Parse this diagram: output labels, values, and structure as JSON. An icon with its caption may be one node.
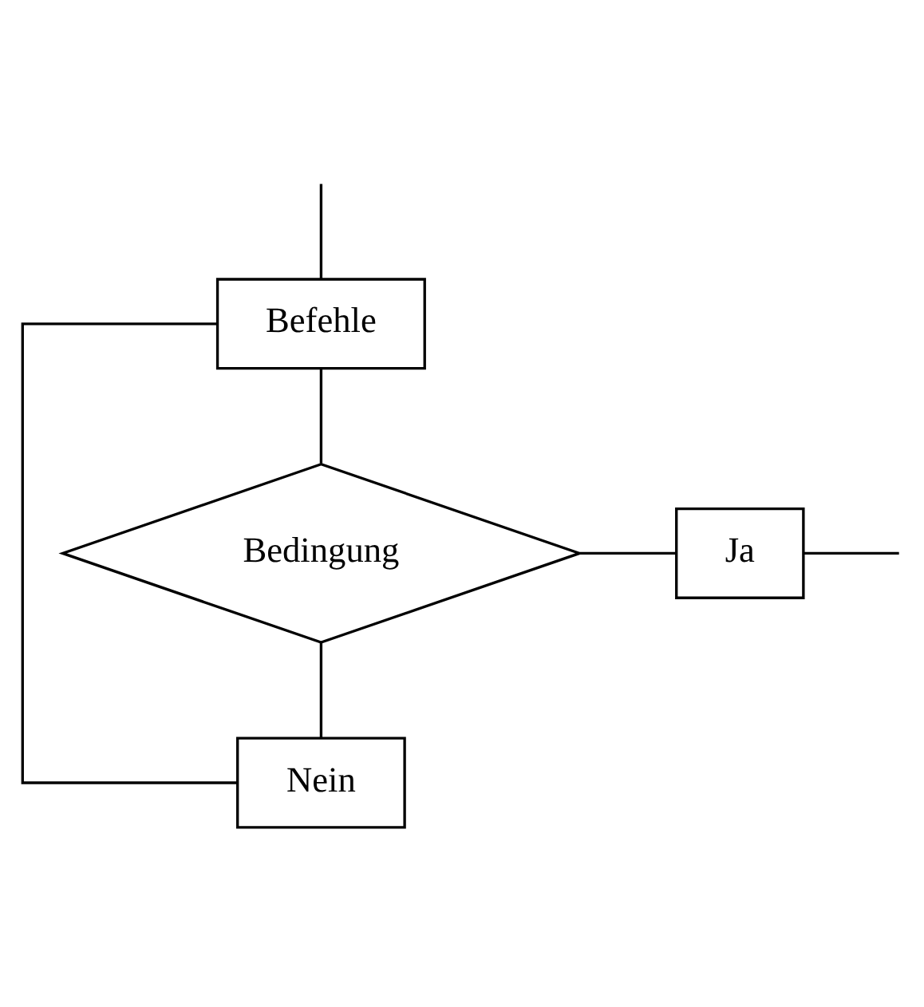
{
  "diagram": {
    "nodes": [
      {
        "text": [
          "Befehle"
        ]
      },
      {
        "text": [
          "Bedingung"
        ]
      },
      {
        "text": [
          "Ja"
        ]
      },
      {
        "text": [
          "Nein"
        ]
      }
    ],
    "edges": [
      {
        "from": null,
        "to": 0,
        "arrow": "none"
      },
      {
        "from": 0,
        "to": 1,
        "arrow": "none"
      },
      {
        "from": 1,
        "to": 2,
        "arrow": "none"
      },
      {
        "from": 2,
        "to": null,
        "arrow": "none"
      },
      {
        "from": 1,
        "to": 3,
        "arrow": "none"
      },
      {
        "from": 3,
        "to": 0,
        "arrow": "none"
      }
    ]
  }
}
